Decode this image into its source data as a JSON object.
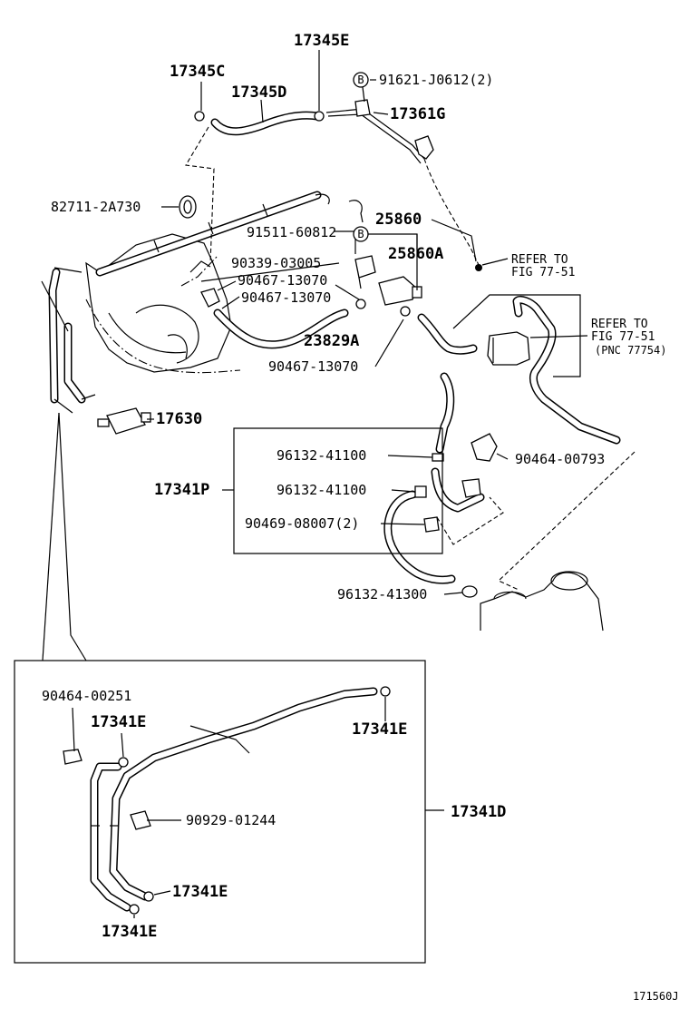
{
  "parts": {
    "p17345E": "17345E",
    "p17345C": "17345C",
    "p17345D": "17345D",
    "p91621": "91621-J0612(2)",
    "p17361G": "17361G",
    "p82711": "82711-2A730",
    "p91511": "91511-60812",
    "p25860": "25860",
    "p90339": "90339-03005",
    "p25860A": "25860A",
    "p90467a": "90467-13070",
    "p90467b": "90467-13070",
    "p23829A": "23829A",
    "p90467c": "90467-13070",
    "p17630": "17630",
    "p96132a": "96132-41100",
    "p90464a": "90464-00793",
    "p17341P": "17341P",
    "p96132b": "96132-41100",
    "p90469": "90469-08007(2)",
    "p96132c": "96132-41300",
    "p90464b": "90464-00251",
    "p17341E_a": "17341E",
    "p17341E_b": "17341E",
    "p17341D": "17341D",
    "p90929": "90929-01244",
    "p17341E_c": "17341E",
    "p17341E_d": "17341E"
  },
  "markers": {
    "b1": "B",
    "b2": "B"
  },
  "refs": {
    "r1_line1": "REFER TO",
    "r1_line2": "FIG 77-51",
    "r2_line1": "REFER TO",
    "r2_line2": "FIG 77-51",
    "r2_line3": "(PNC 77754)"
  },
  "figure_code": "171560J"
}
